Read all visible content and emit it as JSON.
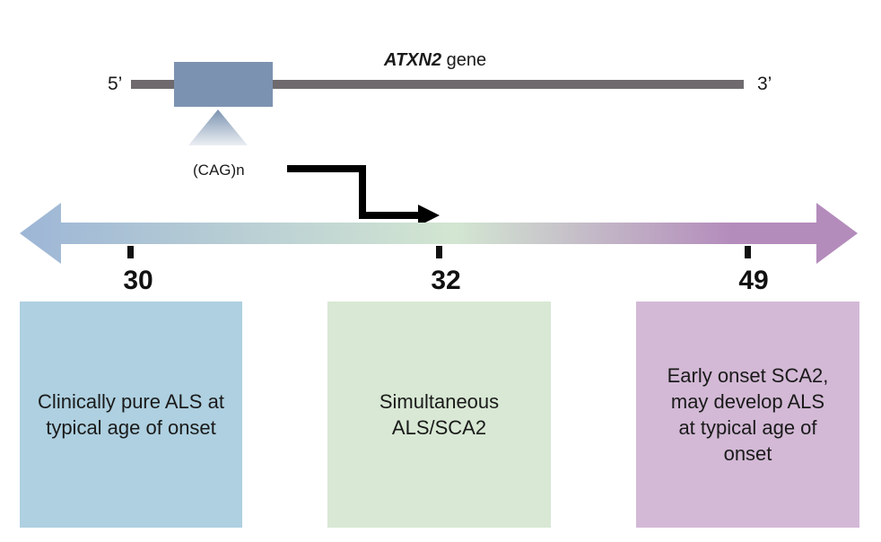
{
  "gene": {
    "name": "ATXN2",
    "suffix": " gene",
    "five_prime": "5’",
    "three_prime": "3’",
    "repeat_label": "(CAG)n",
    "colors": {
      "line": "#6e6a6e",
      "exon": "#7b93b0"
    }
  },
  "scale": {
    "colors": {
      "left": "#9db6d6",
      "middle": "#d3e6d2",
      "right": "#b48cbc"
    },
    "ticks": [
      {
        "value": "30"
      },
      {
        "value": "32"
      },
      {
        "value": "49"
      }
    ]
  },
  "boxes": [
    {
      "text": "Clinically pure ALS at typical age of onset",
      "color": "#aed0e0"
    },
    {
      "text": "Simultaneous ALS/SCA2",
      "color": "#d8e8d4"
    },
    {
      "text": "Early onset SCA2, may develop ALS at typical age of onset",
      "color": "#d3b9d6"
    }
  ]
}
